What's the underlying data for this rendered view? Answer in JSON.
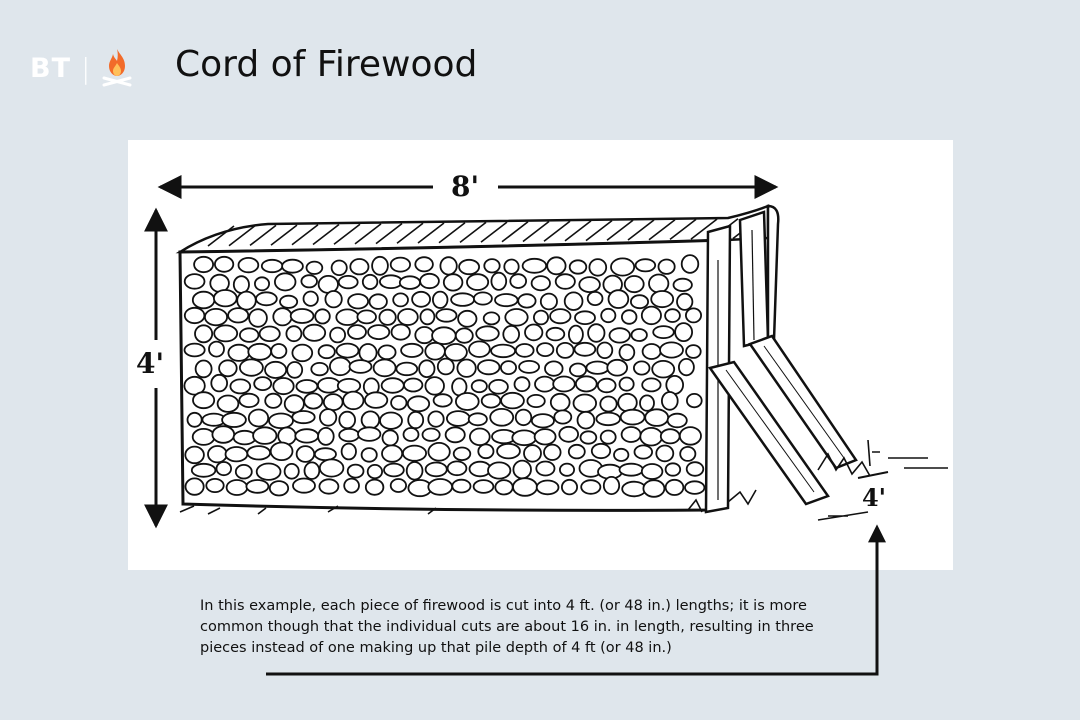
{
  "brand": {
    "logo_text": "BT",
    "separator": "|",
    "icon": "campfire-icon",
    "accent": "#f26b2a"
  },
  "page": {
    "title": "Cord of Firewood"
  },
  "diagram": {
    "width_label": "8'",
    "height_label": "4'",
    "depth_label": "4'"
  },
  "caption": {
    "text": "In this example, each piece of firewood is cut into 4 ft. (or 48 in.) lengths; it is more common though that the individual cuts are about 16 in. in length, resulting in three pieces instead of one making up that pile depth of 4 ft (or 48 in.)"
  }
}
